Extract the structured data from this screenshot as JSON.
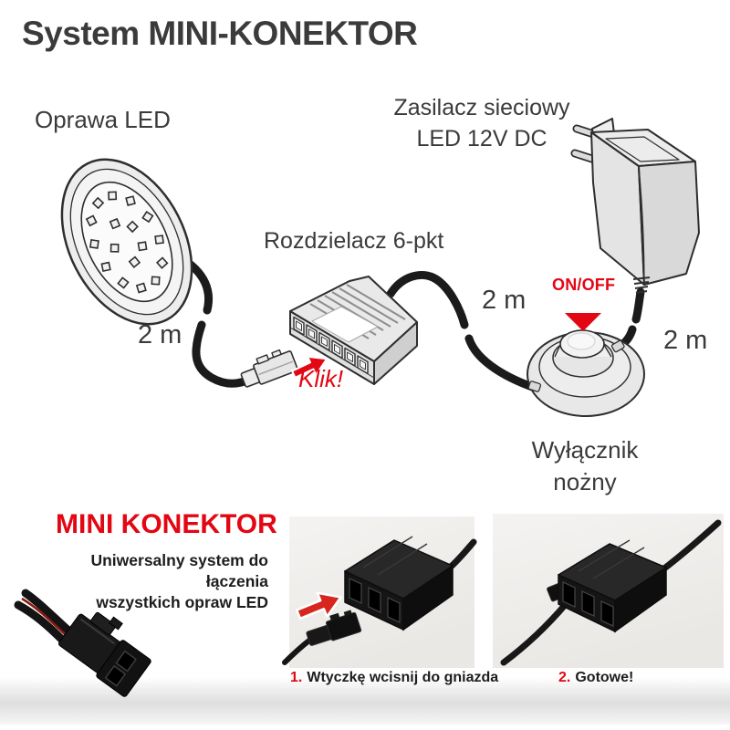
{
  "colors": {
    "accent_red": "#e30613",
    "text_dark": "#3a3a3a",
    "cable_black": "#1b1b1b"
  },
  "title": "System MINI-KONEKTOR",
  "diagram": {
    "led_label": "Oprawa LED",
    "psu_label": [
      "Zasilacz sieciowy",
      "LED 12V DC"
    ],
    "splitter_label": "Rozdzielacz 6-pkt",
    "switch_label": [
      "Wyłącznik",
      "nożny"
    ],
    "onoff_label": "ON/OFF",
    "klik_label": "Klik!",
    "cable_lengths": [
      "2 m",
      "2 m",
      "2 m"
    ]
  },
  "promo": {
    "heading": "MINI KONEKTOR",
    "subtitle": [
      "Uniwersalny system do łączenia",
      "wszystkich opraw LED"
    ]
  },
  "steps": [
    {
      "number": "1.",
      "caption": "Wtyczkę wcisnij do gniazda"
    },
    {
      "number": "2.",
      "caption": "Gotowe!"
    }
  ],
  "icons": {
    "klik_arrow": "block-arrow-up-right",
    "onoff_arrow": "triangle-down",
    "step_arrow": "block-arrow-right"
  }
}
